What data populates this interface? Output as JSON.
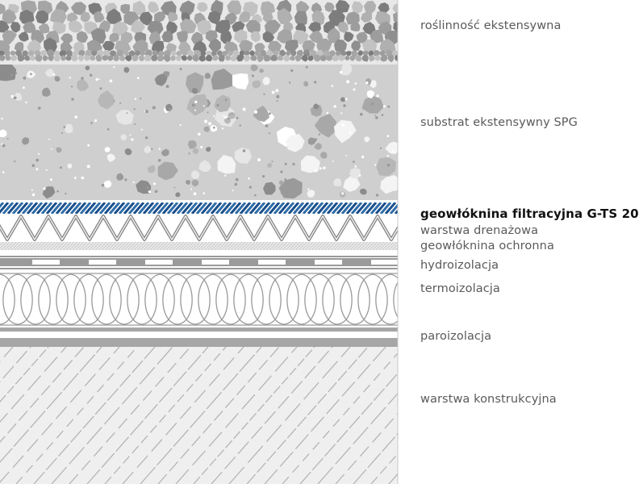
{
  "layers": [
    {
      "id": "vegetation",
      "label": "roślinność ekstensywna",
      "emphasized": false
    },
    {
      "id": "substrate",
      "label": "substrat ekstensywny SPG",
      "emphasized": false
    },
    {
      "id": "filter-geotextile",
      "label": "geowłóknina filtracyjna G-TS 20",
      "emphasized": true
    },
    {
      "id": "drainage",
      "label": "warstwa drenażowa",
      "emphasized": false
    },
    {
      "id": "protective-geotextile",
      "label": "geowłóknina ochronna",
      "emphasized": false
    },
    {
      "id": "waterproofing",
      "label": "hydroizolacja",
      "emphasized": false
    },
    {
      "id": "thermal-insulation",
      "label": "termoizolacja",
      "emphasized": false
    },
    {
      "id": "vapor-barrier",
      "label": "paroizolacja",
      "emphasized": false
    },
    {
      "id": "structural",
      "label": "warstwa konstrukcyjna",
      "emphasized": false
    }
  ],
  "colors": {
    "label": "#5a5a5a",
    "label_emphasized": "#111111",
    "filter_stripe": "#2f6da8",
    "filter_stripe_dark": "#1a4f8a",
    "gravel": "#8f8f8f",
    "substrate_bg": "#cfcfcf",
    "structural_bg": "#efefef"
  }
}
